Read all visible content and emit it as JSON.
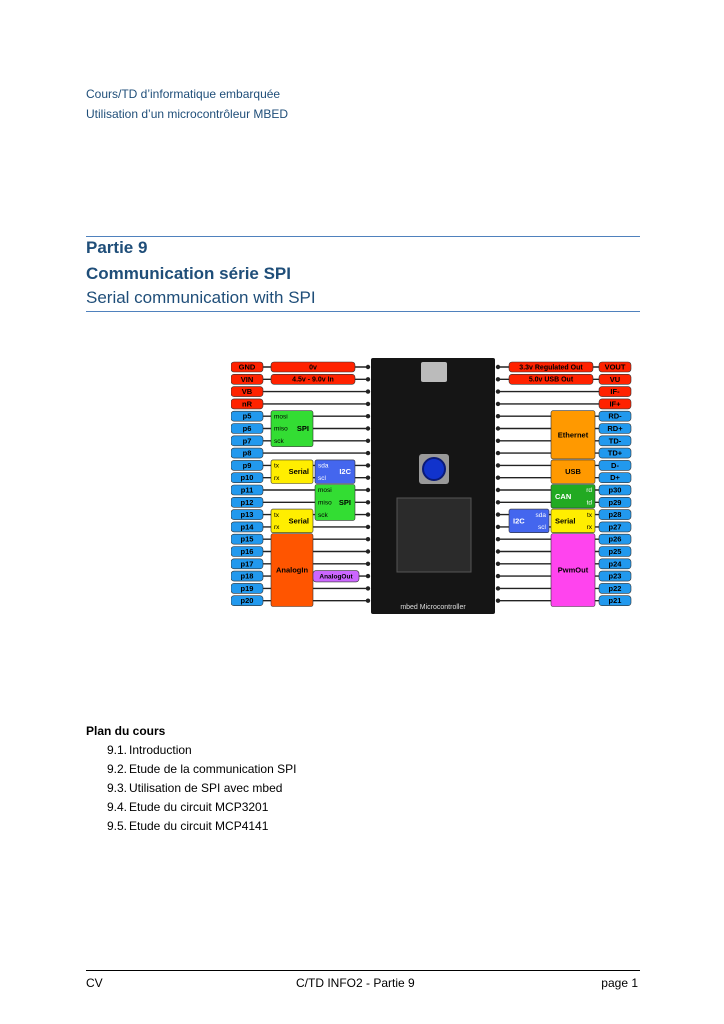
{
  "header": {
    "line1": "Cours/TD d’informatique embarquée",
    "line2": "Utilisation d’un microcontrôleur MBED"
  },
  "title": {
    "part": "Partie 9",
    "fr": "Communication série SPI",
    "en": "Serial communication with SPI"
  },
  "diagram": {
    "board_label": "mbed Microcontroller",
    "left_pins": [
      "GND",
      "VIN",
      "VB",
      "nR",
      "p5",
      "p6",
      "p7",
      "p8",
      "p9",
      "p10",
      "p11",
      "p12",
      "p13",
      "p14",
      "p15",
      "p16",
      "p17",
      "p18",
      "p19",
      "p20"
    ],
    "right_pins": [
      "VOUT",
      "VU",
      "IF-",
      "IF+",
      "RD-",
      "RD+",
      "TD-",
      "TD+",
      "D-",
      "D+",
      "p30",
      "p29",
      "p28",
      "p27",
      "p26",
      "p25",
      "p24",
      "p23",
      "p22",
      "p21"
    ],
    "left_power": [
      {
        "row": 0,
        "text": "0v"
      },
      {
        "row": 1,
        "text": "4.5v - 9.0v In"
      }
    ],
    "right_power": [
      {
        "row": 0,
        "text": "3.3v Regulated Out"
      },
      {
        "row": 1,
        "text": "5.0v USB Out"
      }
    ],
    "left_groups": [
      {
        "label": "SPI",
        "sub": [
          "mosi",
          "miso",
          "sck"
        ],
        "row": 4,
        "span": 3,
        "color": "#33dd33"
      },
      {
        "label": "Serial",
        "sub": [
          "tx",
          "rx"
        ],
        "row": 8,
        "span": 2,
        "color": "#ffee00"
      },
      {
        "label": "I2C",
        "sub": [
          "sda",
          "scl"
        ],
        "row": 8,
        "span": 2,
        "color": "#4466ee"
      },
      {
        "label": "SPI",
        "sub": [
          "mosi",
          "miso",
          "sck"
        ],
        "row": 10,
        "span": 3,
        "color": "#33dd33"
      },
      {
        "label": "Serial",
        "sub": [
          "tx",
          "rx"
        ],
        "row": 12,
        "span": 2,
        "color": "#ffee00"
      },
      {
        "label": "AnalogIn",
        "sub": [],
        "row": 14,
        "span": 6,
        "color": "#ff5500"
      },
      {
        "label": "AnalogOut",
        "sub": [],
        "row": 17,
        "span": 1,
        "color": "#cc66ff"
      }
    ],
    "right_groups": [
      {
        "label": "Ethernet",
        "sub": [],
        "row": 4,
        "span": 4,
        "color": "#ff9900"
      },
      {
        "label": "USB",
        "sub": [],
        "row": 8,
        "span": 2,
        "color": "#ff9900"
      },
      {
        "label": "CAN",
        "sub": [
          "rd",
          "td"
        ],
        "row": 10,
        "span": 2,
        "color": "#22aa22"
      },
      {
        "label": "Serial",
        "sub": [
          "tx",
          "rx"
        ],
        "row": 12,
        "span": 2,
        "color": "#ffee00"
      },
      {
        "label": "I2C",
        "sub": [
          "sda",
          "scl"
        ],
        "row": 12,
        "span": 2,
        "color": "#4466ee"
      },
      {
        "label": "PwmOut",
        "sub": [],
        "row": 14,
        "span": 6,
        "color": "#ff44ee"
      }
    ]
  },
  "plan": {
    "title": "Plan du cours",
    "items": [
      {
        "num": "9.1.",
        "text": "Introduction"
      },
      {
        "num": "9.2.",
        "text": "Etude de la communication SPI"
      },
      {
        "num": "9.3.",
        "text": "Utilisation de SPI avec mbed"
      },
      {
        "num": "9.4.",
        "text": "Etude du circuit MCP3201"
      },
      {
        "num": "9.5.",
        "text": "Etude du circuit MCP4141"
      }
    ]
  },
  "footer": {
    "left": "CV",
    "center": "C/TD INFO2 - Partie 9",
    "right": "page 1"
  }
}
